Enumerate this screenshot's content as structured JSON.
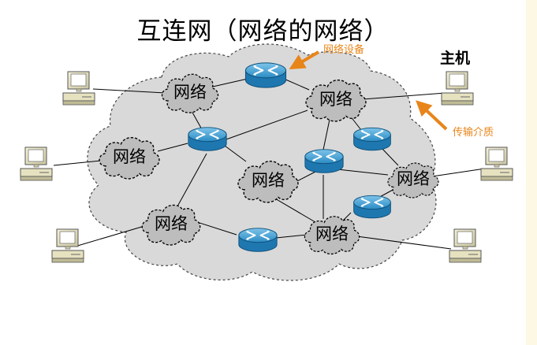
{
  "title": "互连网（网络的网络）",
  "cloud_label": "网络",
  "annotations": {
    "device": "网络设备",
    "host": "主机",
    "medium": "传输介质"
  },
  "colors": {
    "accent": "#e8851a",
    "cloud_fill": "#d9d9d9",
    "subcloud_fill": "#bdbdbd",
    "router": "#1f7fb3",
    "side_strip": "#fdf8e4"
  },
  "icons": {
    "router": "router-icon",
    "host": "computer-icon",
    "network": "cloud-icon"
  }
}
